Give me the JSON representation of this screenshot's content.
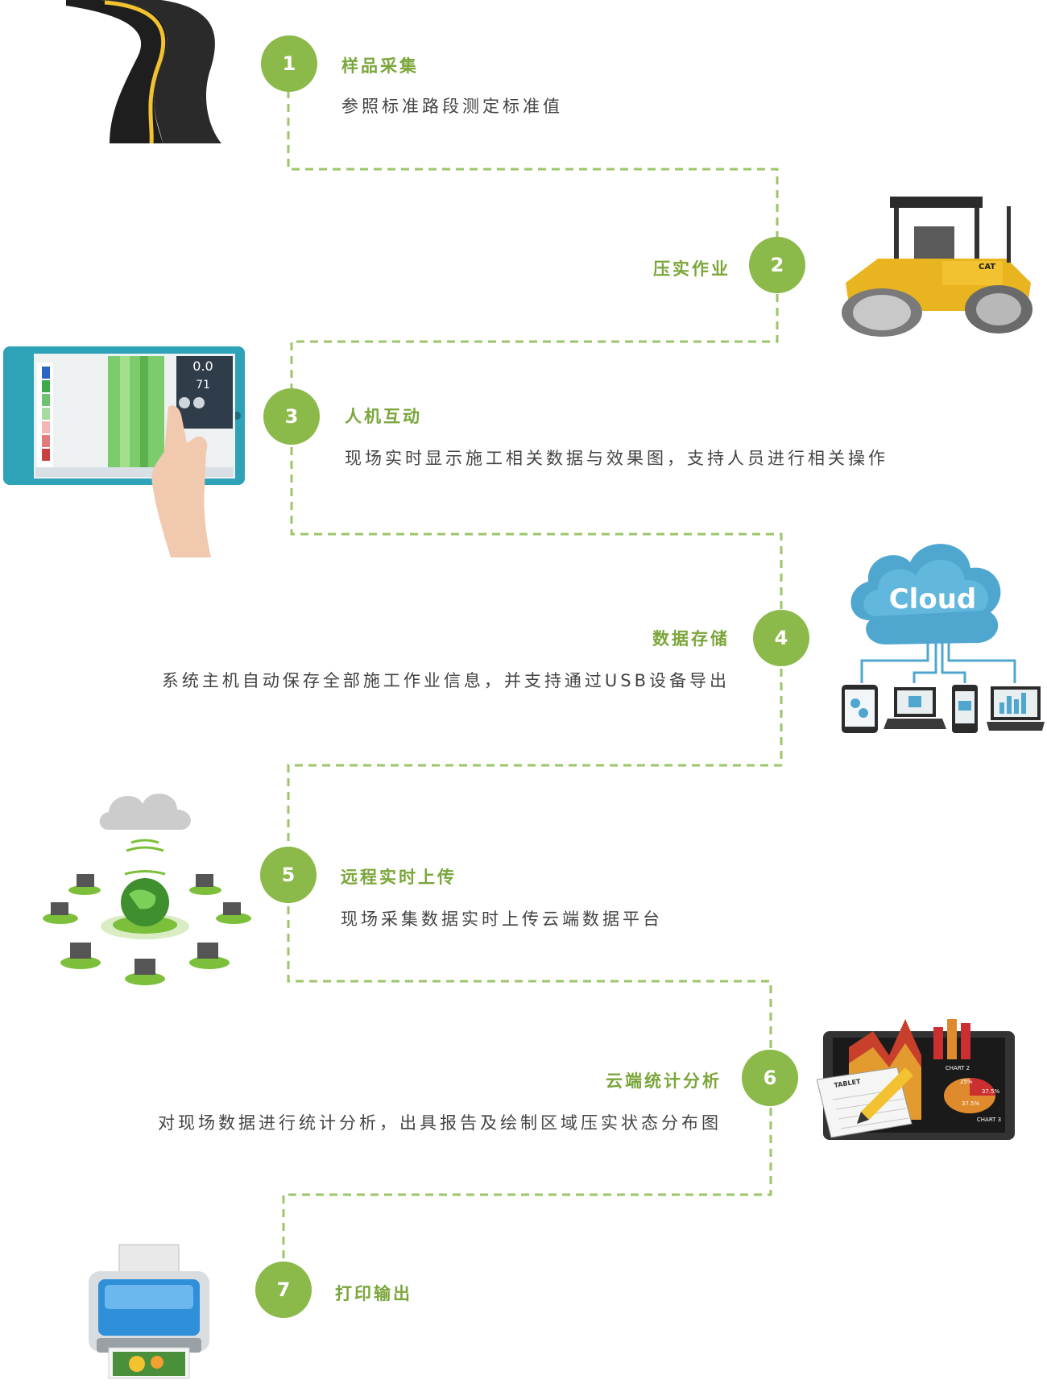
{
  "steps": [
    {
      "number": "1",
      "title": "样品采集",
      "desc": "参照标准路段测定标准值"
    },
    {
      "number": "2",
      "title": "压实作业"
    },
    {
      "number": "3",
      "title": "人机互动",
      "desc": "现场实时显示施工相关数据与效果图，支持人员进行相关操作"
    },
    {
      "number": "4",
      "title": "数据存储",
      "desc": "系统主机自动保存全部施工作业信息，并支持通过USB设备导出"
    },
    {
      "number": "5",
      "title": "远程实时上传",
      "desc": "现场采集数据实时上传云端数据平台"
    },
    {
      "number": "6",
      "title": "云端统计分析",
      "desc": "对现场数据进行统计分析，出具报告及绘制区域压实状态分布图"
    },
    {
      "number": "7",
      "title": "打印输出"
    }
  ],
  "illustrations": {
    "tablet": {
      "value_1": "0.0",
      "value_2": "71"
    },
    "cloud": {
      "label": "Cloud"
    },
    "roller": {
      "brand": "CAT"
    },
    "analytics": {
      "tag": "TABLET",
      "chart_2": "CHART 2",
      "chart_3": "CHART 3",
      "pct_1": "25%",
      "pct_2": "37.5%",
      "pct_3": "37.5%"
    }
  },
  "colors": {
    "accent": "#8bb94a",
    "title": "#7aa63a",
    "text": "#444444",
    "path": "#9cc56a"
  }
}
